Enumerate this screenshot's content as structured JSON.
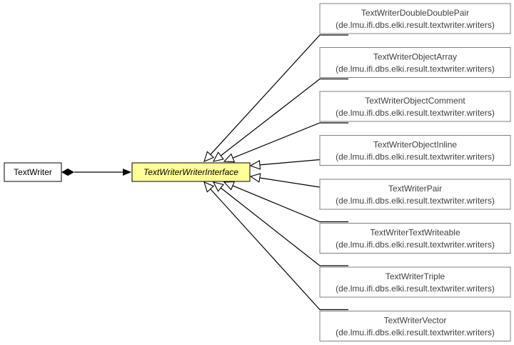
{
  "diagram": {
    "source_class": {
      "name": "TextWriter"
    },
    "interface": {
      "name": "TextWriterWriterInterface",
      "fill": "#ffff99"
    },
    "colors": {
      "edge": "#000000",
      "node_border": "#000000",
      "impl_border": "#808080",
      "impl_text": "#404040"
    },
    "implementations": [
      {
        "name": "TextWriterDoubleDoublePair",
        "package": "(de.lmu.ifi.dbs.elki.result.textwriter.writers)"
      },
      {
        "name": "TextWriterObjectArray",
        "package": "(de.lmu.ifi.dbs.elki.result.textwriter.writers)"
      },
      {
        "name": "TextWriterObjectComment",
        "package": "(de.lmu.ifi.dbs.elki.result.textwriter.writers)"
      },
      {
        "name": "TextWriterObjectInline",
        "package": "(de.lmu.ifi.dbs.elki.result.textwriter.writers)"
      },
      {
        "name": "TextWriterPair",
        "package": "(de.lmu.ifi.dbs.elki.result.textwriter.writers)"
      },
      {
        "name": "TextWriterTextWriteable",
        "package": "(de.lmu.ifi.dbs.elki.result.textwriter.writers)"
      },
      {
        "name": "TextWriterTriple",
        "package": "(de.lmu.ifi.dbs.elki.result.textwriter.writers)"
      },
      {
        "name": "TextWriterVector",
        "package": "(de.lmu.ifi.dbs.elki.result.textwriter.writers)"
      }
    ]
  }
}
